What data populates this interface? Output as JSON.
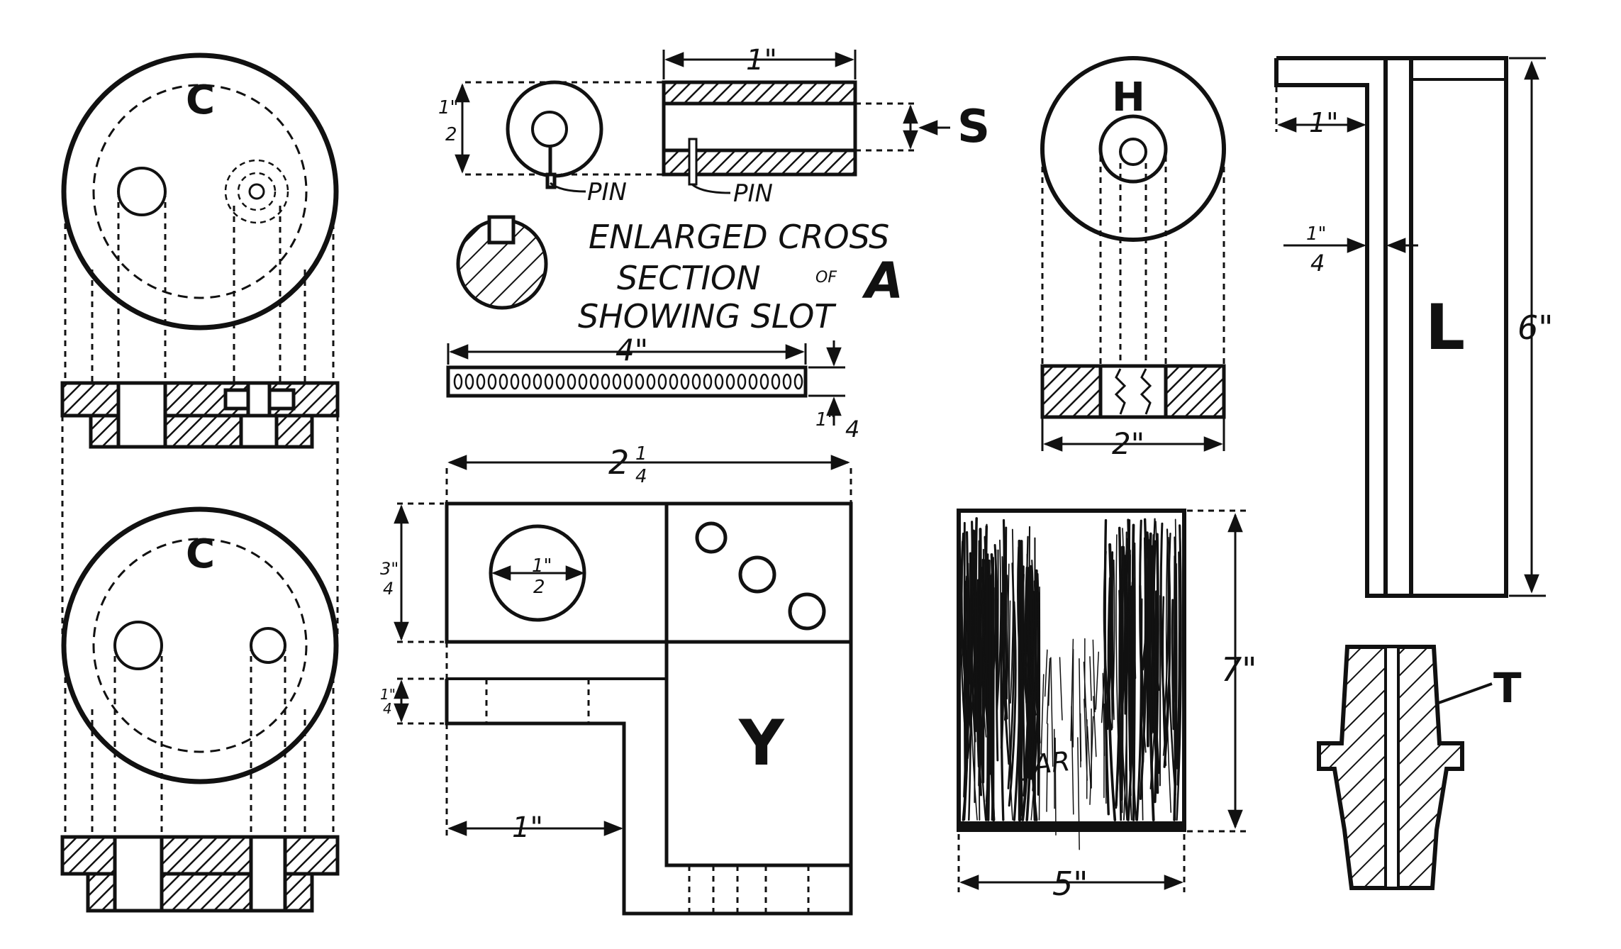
{
  "labels": {
    "part_c_top": "C",
    "part_c_bottom": "C",
    "part_s": "S",
    "part_h": "H",
    "part_a": "A",
    "part_l": "L",
    "part_y": "Y",
    "part_t": "T",
    "pin_left": "PIN",
    "pin_right": "PIN",
    "caption_line1": "ENLARGED CROSS",
    "caption_line2": "SECTION",
    "caption_of": "OF",
    "caption_line3": "SHOWING  SLOT",
    "jar_text": "JAR"
  },
  "dimensions": {
    "s_length": "1\"",
    "s_height": "1\"",
    "s_height_den": "2",
    "a_length": "4\"",
    "a_thickness": "1\"",
    "a_thickness_den": "4",
    "h_width": "2\"",
    "y_width_whole": "2",
    "y_width_num": "1",
    "y_width_den": "4",
    "y_height_num": "3\"",
    "y_height_den": "4",
    "y_hole_num": "1\"",
    "y_hole_den": "2",
    "y_step_num": "1\"",
    "y_step_den": "4",
    "y_step_length": "1\"",
    "l_top": "1\"",
    "l_gap_num": "1\"",
    "l_gap_den": "4",
    "l_height": "6\"",
    "jar_width": "5\"",
    "jar_height": "7\""
  }
}
